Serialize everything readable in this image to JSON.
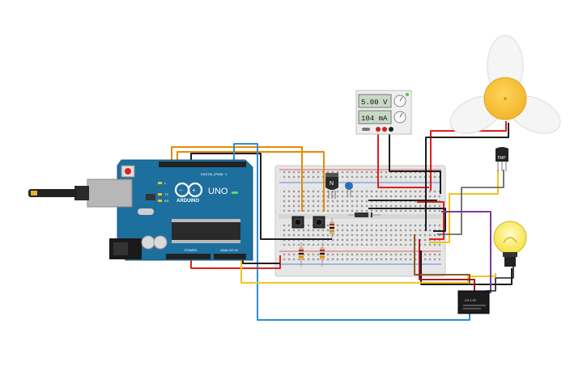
{
  "power_supply": {
    "voltage": "5.00 V",
    "current": "104 mA"
  },
  "arduino": {
    "logo": "ARDUINO",
    "model": "UNO",
    "header_digital": "DIGITAL (PWM ~)",
    "header_power": "POWER",
    "header_analog": "ANALOG IN",
    "tx": "TX",
    "rx": "RX",
    "led_l": "L"
  },
  "transistor": {
    "label": "N"
  },
  "temp_sensor": {
    "label": "TMP"
  },
  "relay": {
    "label": "LR-1+B"
  },
  "colors": {
    "wire_red": "#e0201b",
    "wire_black": "#1d1d1d",
    "wire_orange": "#e68a00",
    "wire_yellow": "#f2c31b",
    "wire_blue": "#2f8ed1",
    "wire_purple": "#7a3aa0",
    "wire_brown": "#8a5a2b",
    "arduino_blue": "#1d6f9e",
    "breadboard": "#e7e7e7",
    "fan_yellow": "#f6c33b",
    "bulb_yellow": "#f9ea4a"
  },
  "icons": [
    "usb-connector-icon",
    "dc-barrel-jack-icon",
    "fan-icon",
    "light-bulb-icon",
    "knob-icon"
  ]
}
